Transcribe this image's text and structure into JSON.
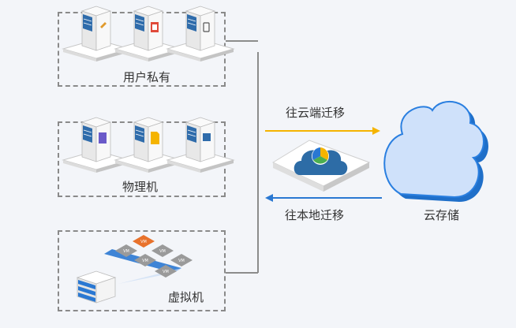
{
  "groups": {
    "private": {
      "label": "用户私有"
    },
    "physical": {
      "label": "物理机"
    },
    "virtual": {
      "label": "虚拟机"
    }
  },
  "arrows": {
    "to_cloud": {
      "label": "往云端迁移",
      "color": "#f5b400"
    },
    "to_local": {
      "label": "往本地迁移",
      "color": "#2a78d2"
    }
  },
  "cloud_storage": {
    "label": "云存储"
  },
  "vm_tiles": {
    "label": "VM"
  },
  "colors": {
    "cloud_fill": "#cfe1fa",
    "cloud_stroke": "#2a7fe0",
    "connector": "#8c8c8c",
    "server_blue": "#2f6cab"
  }
}
